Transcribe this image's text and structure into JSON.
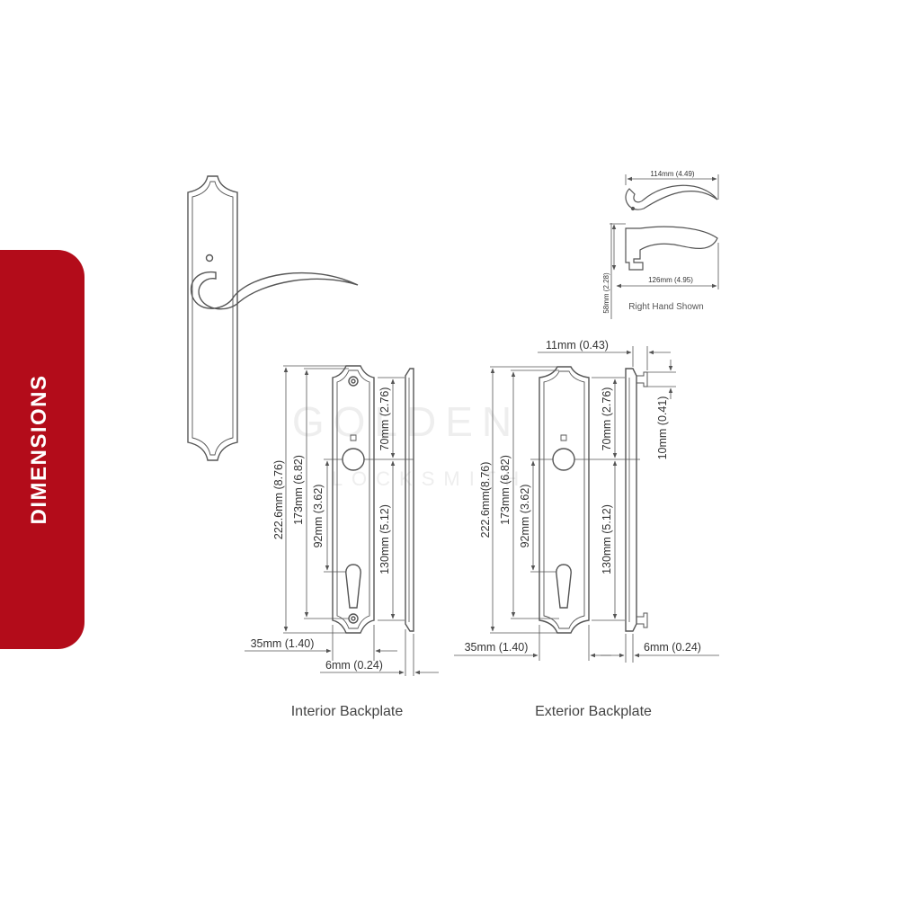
{
  "tab": {
    "label": "DIMENSIONS",
    "color": "#b30c1a"
  },
  "handle": {
    "width_label": "114mm (4.49)",
    "length_label": "126mm (4.95)",
    "height_label": "58mm (2.28)",
    "note": "Right Hand Shown"
  },
  "interior": {
    "caption": "Interior Backplate",
    "overall_height": "222.6mm (8.76)",
    "hole_span": "173mm (6.82)",
    "lever_to_cylinder": "92mm (3.62)",
    "top_to_lever": "70mm (2.76)",
    "lever_to_bottom": "130mm (5.12)",
    "width": "35mm (1.40)",
    "thickness": "6mm (0.24)"
  },
  "exterior": {
    "caption": "Exterior Backplate",
    "overall_height": "222.6mm(8.76)",
    "hole_span": "173mm (6.82)",
    "lever_to_cylinder": "92mm (3.62)",
    "top_to_lever": "70mm (2.76)",
    "lever_to_bottom": "130mm (5.12)",
    "width": "35mm (1.40)",
    "thickness": "6mm (0.24)",
    "stud_spacing": "11mm (0.43)",
    "stud_height": "10mm (0.41)"
  },
  "watermark": {
    "line1": "GOLDEN",
    "line2": "LOCKSMITH"
  },
  "colors": {
    "line": "#555555",
    "accent": "#b30c1a"
  }
}
